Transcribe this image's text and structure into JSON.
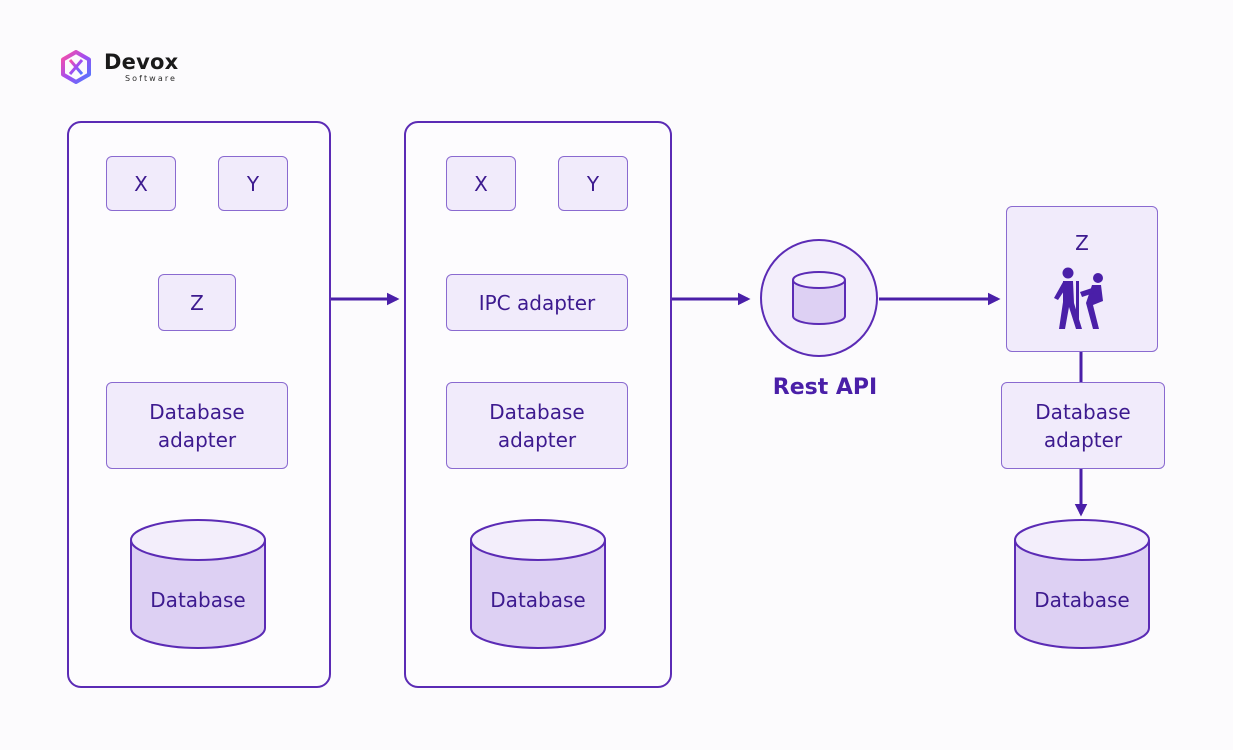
{
  "brand": {
    "name": "Devox",
    "tagline": "Software",
    "logo_icon": "devox-hexagon-logo"
  },
  "colors": {
    "accent": "#5b2bb5",
    "box_fill": "#f1ebfb",
    "box_border": "#8a6ad0",
    "db_fill": "#ddd0f3",
    "text": "#3d1a8f"
  },
  "monolith": {
    "node_x": "X",
    "node_y": "Y",
    "node_z": "Z",
    "db_adapter": "Database\nadapter",
    "database": "Database"
  },
  "ipc_service": {
    "node_x": "X",
    "node_y": "Y",
    "ipc_adapter": "IPC adapter",
    "db_adapter": "Database\nadapter",
    "database": "Database"
  },
  "rest": {
    "label": "Rest API",
    "icon": "database-cylinder-icon"
  },
  "z_service": {
    "title": "Z",
    "icon": "people-figures-icon",
    "db_adapter": "Database\nadapter",
    "database": "Database"
  }
}
